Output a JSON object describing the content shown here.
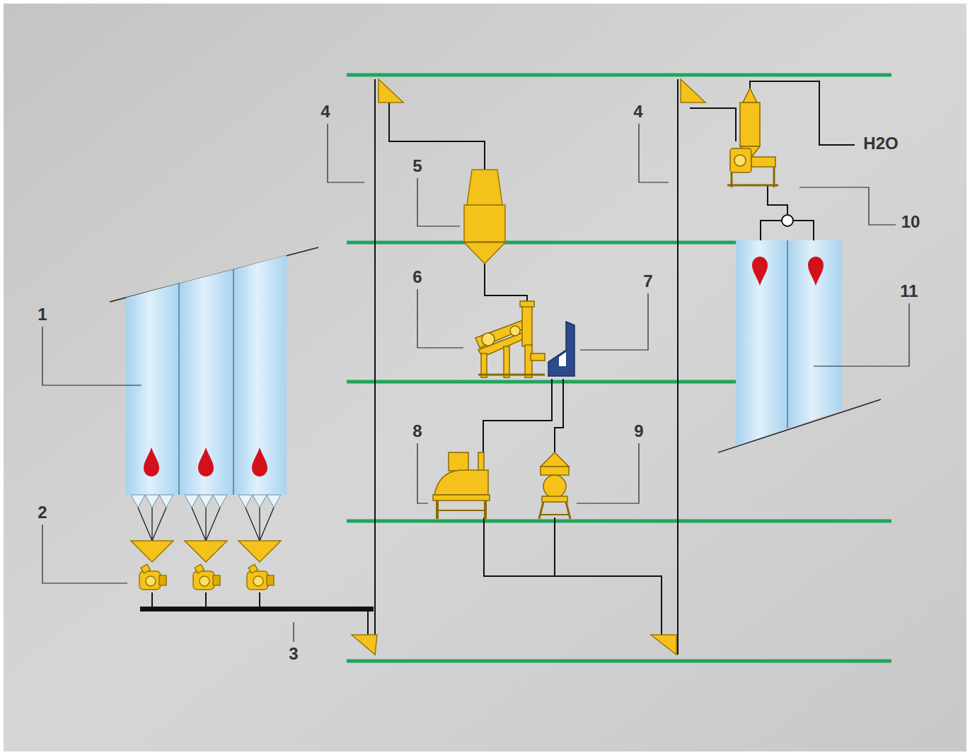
{
  "diagram": {
    "labels": [
      "4",
      "4",
      "H2O",
      "5",
      "10",
      "6",
      "7",
      "11",
      "1",
      "8",
      "9",
      "2",
      "3"
    ]
  }
}
